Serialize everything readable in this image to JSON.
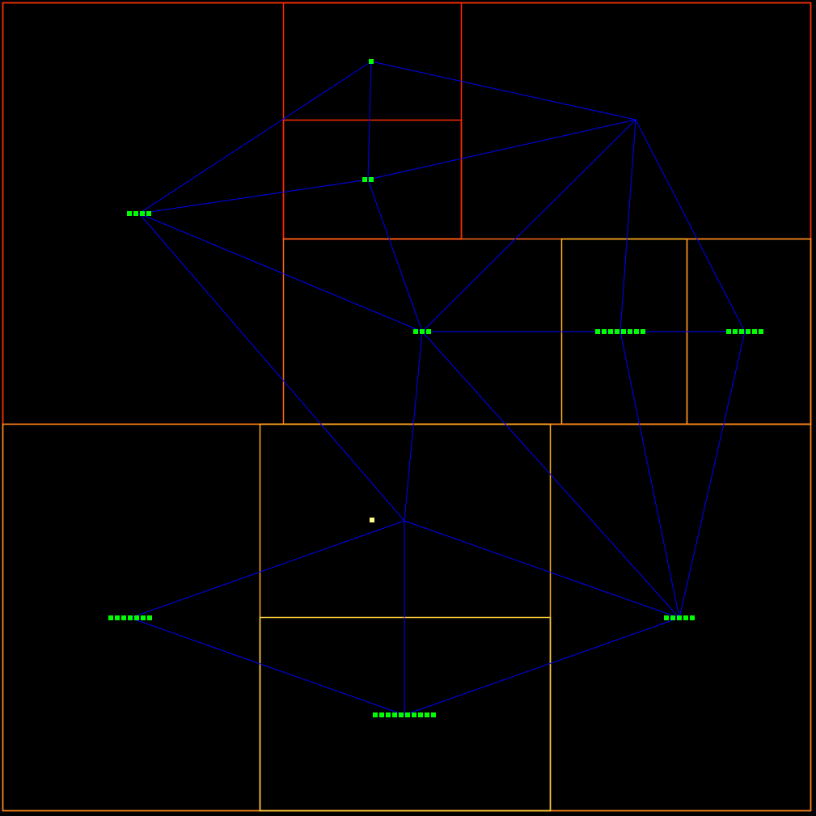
{
  "colors": {
    "background": "#000000",
    "edge": "#0000ff",
    "node_marker": "#00ff00",
    "highlight_marker": "#ffff88",
    "region_depth_1": "#ff2a00",
    "region_depth_2": "#ff6a1a",
    "region_depth_3": "#ff8c1a",
    "region_depth_4": "#ffb020",
    "region_depth_5": "#ffd040"
  },
  "nodes": [
    {
      "id": "n1",
      "markers": 1
    },
    {
      "id": "n2",
      "markers": 2
    },
    {
      "id": "n3",
      "markers": 4
    },
    {
      "id": "n4",
      "markers": 0
    },
    {
      "id": "n5",
      "markers": 3
    },
    {
      "id": "n6",
      "markers": 8
    },
    {
      "id": "n7",
      "markers": 6
    },
    {
      "id": "n8",
      "markers": 0
    },
    {
      "id": "n9",
      "markers": 7
    },
    {
      "id": "n10",
      "markers": 5
    },
    {
      "id": "n11",
      "markers": 10
    }
  ],
  "edges": [
    [
      "n1",
      "n2"
    ],
    [
      "n1",
      "n3"
    ],
    [
      "n1",
      "n4"
    ],
    [
      "n3",
      "n2"
    ],
    [
      "n2",
      "n4"
    ],
    [
      "n2",
      "n5"
    ],
    [
      "n3",
      "n5"
    ],
    [
      "n3",
      "n8"
    ],
    [
      "n4",
      "n5"
    ],
    [
      "n4",
      "n6"
    ],
    [
      "n4",
      "n7"
    ],
    [
      "n5",
      "n6"
    ],
    [
      "n5",
      "n8"
    ],
    [
      "n5",
      "n10"
    ],
    [
      "n6",
      "n7"
    ],
    [
      "n6",
      "n10"
    ],
    [
      "n7",
      "n10"
    ],
    [
      "n8",
      "n9"
    ],
    [
      "n8",
      "n10"
    ],
    [
      "n8",
      "n11"
    ],
    [
      "n9",
      "n11"
    ],
    [
      "n10",
      "n11"
    ]
  ],
  "highlight_point": {
    "label": ""
  }
}
